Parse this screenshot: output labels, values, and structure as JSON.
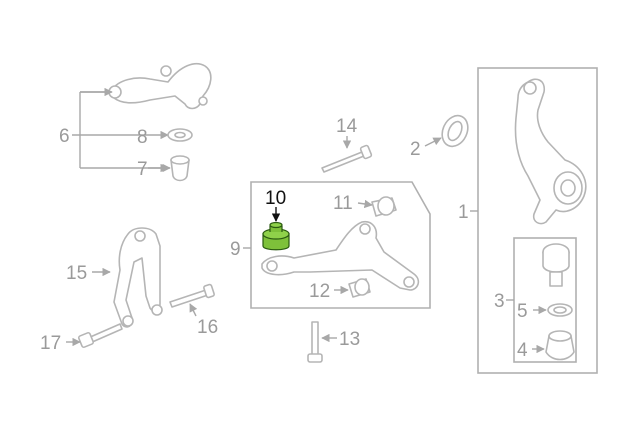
{
  "callouts": {
    "c1": "1",
    "c2": "2",
    "c3": "3",
    "c4": "4",
    "c5": "5",
    "c6": "6",
    "c7": "7",
    "c8": "8",
    "c9": "9",
    "c10": "10",
    "c11": "11",
    "c12": "12",
    "c13": "13",
    "c14": "14",
    "c15": "15",
    "c16": "16",
    "c17": "17"
  },
  "highlight": {
    "part": "10",
    "color": "#7ec13a"
  },
  "colors": {
    "line": "#a8a8a8",
    "label": "#9a9a9a",
    "highlight_label": "#111111"
  }
}
